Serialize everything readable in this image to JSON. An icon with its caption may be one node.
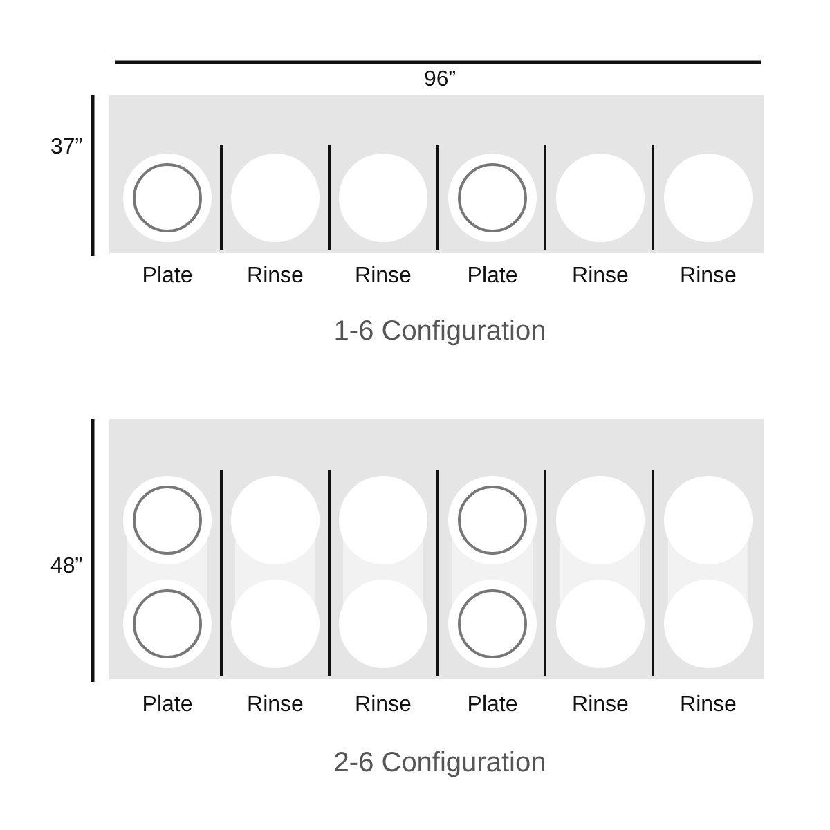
{
  "diagram": {
    "labels": [
      "96”",
      "37”",
      "Plate",
      "Rinse",
      "Rinse",
      "Plate",
      "Rinse",
      "Rinse",
      "1-6 Configuration",
      "48”",
      "Plate",
      "Rinse",
      "Rinse",
      "Plate",
      "Rinse",
      "Rinse",
      "2-6 Configuration"
    ]
  }
}
